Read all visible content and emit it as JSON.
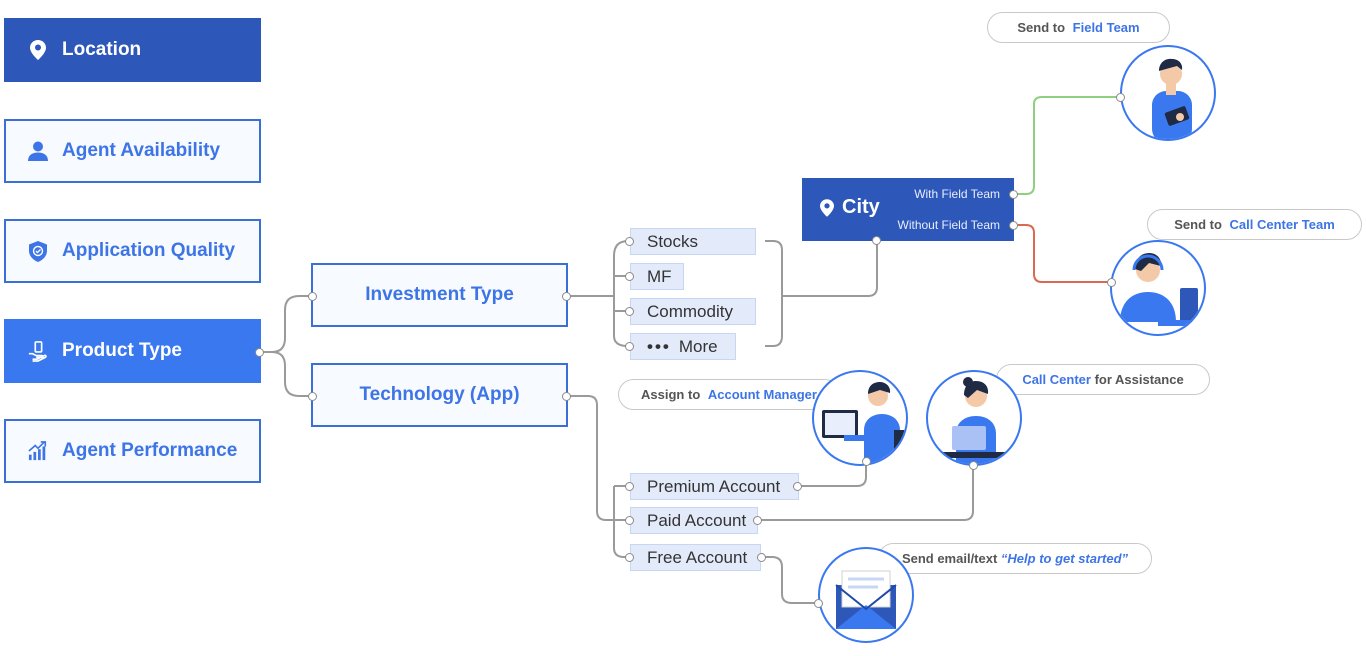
{
  "sidebar": {
    "items": [
      {
        "label": "Location",
        "icon": "location-pin-icon"
      },
      {
        "label": "Agent Availability",
        "icon": "person-icon"
      },
      {
        "label": "Application Quality",
        "icon": "shield-check-icon"
      },
      {
        "label": "Product Type",
        "icon": "hand-box-icon"
      },
      {
        "label": "Agent Performance",
        "icon": "growth-chart-icon"
      }
    ]
  },
  "nodes": {
    "investment": "Investment Type",
    "technology": "Technology  (App)",
    "stocks": "Stocks",
    "mf": "MF",
    "commodity": "Commodity",
    "more": "More",
    "premium": "Premium Account",
    "paid": "Paid Account",
    "free": "Free Account"
  },
  "city": {
    "name": "City",
    "opt1": "With Field Team",
    "opt2": "Without Field Team"
  },
  "bubbles": {
    "field": {
      "prefix": "Send to ",
      "highlight": "Field Team"
    },
    "callcenter": {
      "prefix": "Send to ",
      "highlight": "Call Center Team"
    },
    "account": {
      "prefix": "Assign to ",
      "highlight": "Account Manager"
    },
    "assist": {
      "highlight": "Call Center",
      "suffix": " for Assistance"
    },
    "email": {
      "prefix": "Send email/text ",
      "highlight": "“Help to get started”"
    }
  },
  "colors": {
    "primary": "#3a78f0",
    "dark": "#2d57b8",
    "green_line": "#8fcf7f",
    "red_line": "#d9694f",
    "leaf_bg": "#e3ebfb"
  }
}
